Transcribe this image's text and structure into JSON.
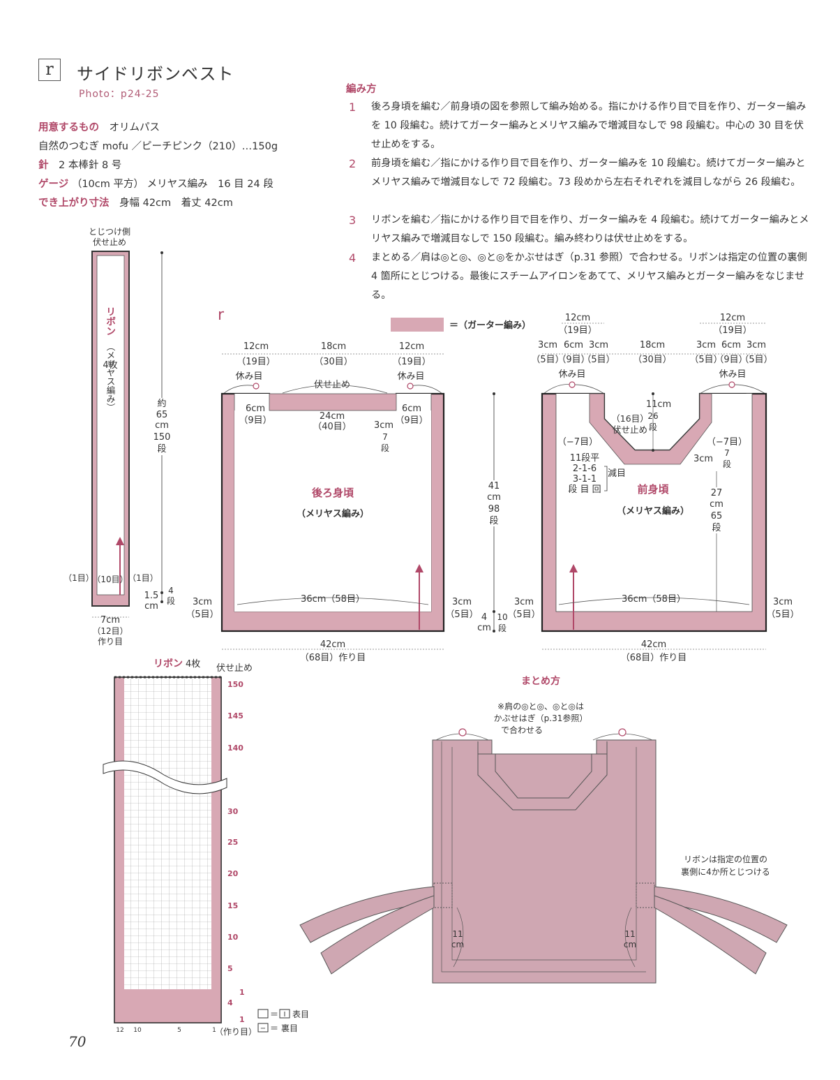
{
  "header": {
    "pattern_letter": "r",
    "title": "サイドリボンベスト",
    "photo_ref": "Photo：p24-25"
  },
  "materials": {
    "yarn_label": "用意するもの",
    "yarn_brand": "オリムパス",
    "yarn_detail": "自然のつむぎ mofu ／ピーチピンク（210）…150g",
    "needle_label": "針",
    "needle_value": "2 本棒針 8 号",
    "gauge_label": "ゲージ",
    "gauge_value": "（10cm 平方） メリヤス編み　16 目 24 段",
    "size_label": "でき上がり寸法",
    "size_value": "身幅 42cm　着丈 42cm"
  },
  "method": {
    "heading": "編み方",
    "steps": [
      {
        "num": "1",
        "text": "後ろ身頃を編む／前身頃の図を参照して編み始める。指にかける作り目で目を作り、ガーター編みを 10 段編む。続けてガーター編みとメリヤス編みで増減目なしで 98 段編む。中心の 30 目を伏せ止めをする。"
      },
      {
        "num": "2",
        "text": "前身頃を編む／指にかける作り目で目を作り、ガーター編みを 10 段編む。続けてガーター編みとメリヤス編みで増減目なしで 72 段編む。73 段めから左右それぞれを減目しながら 26 段編む。"
      },
      {
        "num": "3",
        "text": "リボンを編む／指にかける作り目で目を作り、ガーター編みを 4 段編む。続けてガーター編みとメリヤス編みで増減目なしで 150 段編む。編み終わりは伏せ止めをする。"
      },
      {
        "num": "4",
        "text": "まとめる／肩は◎と◎、◎と◎をかぶせはぎ（p.31 参照）で合わせる。リボンは指定の位置の裏側 4 箇所にとじつける。最後にスチームアイロンをあてて、メリヤス編みとガーター編みをなじませる。"
      }
    ]
  },
  "colors": {
    "accent": "#b04868",
    "garter": "#d8a8b4",
    "body_fill": "#cfa7b2",
    "grid": "#8a8a8a"
  },
  "diagram": {
    "letter": "r",
    "legend": "＝（ガーター編み）",
    "ribbon": {
      "top1": "とじつけ側",
      "top2": "伏せ止め",
      "name": "リボン",
      "count": "4枚",
      "stitch": "（メリヤス編み）",
      "len_approx": "約",
      "len_cm": "65",
      "len_cm_unit": "cm",
      "len_rows": "150",
      "len_rows_unit": "段",
      "edge_left": "（1目）",
      "edge_mid": "（10目）",
      "edge_right": "（1目）",
      "bottom_cm": "1.5",
      "bottom_cm_unit": "cm",
      "bottom_rows": "4",
      "bottom_rows_unit": "段",
      "width_cm": "7cm",
      "width_sts": "（12目）",
      "cast_on": "作り目"
    },
    "back": {
      "left_cm": "12cm",
      "left_sts": "（19目）",
      "mid_cm": "18cm",
      "mid_sts": "（30目）",
      "right_cm": "12cm",
      "right_sts": "（19目）",
      "holdL": "休み目",
      "holdR": "休み目",
      "bindoff": "伏せ止め",
      "edgeL_cm": "6cm",
      "edgeL_sts": "（9目）",
      "edgeR_cm": "6cm",
      "edgeR_sts": "（9目）",
      "inner_cm": "24cm",
      "inner_sts": "（40目）",
      "neck_cm": "3cm",
      "neck_rows": "7",
      "neck_rows_unit": "段",
      "name": "後ろ身頃",
      "stitch": "（メリヤス編み）",
      "bottom_inner": "36cm（58目）",
      "side_L_cm": "3cm",
      "side_L_sts": "（5目）",
      "side_R_cm": "3cm",
      "side_R_sts": "（5目）",
      "width_cm": "42cm",
      "width_sts": "（68目）作り目",
      "height_cm": "41",
      "height_cm_unit": "cm",
      "height_rows": "98",
      "height_rows_unit": "段",
      "garter_cm": "4",
      "garter_cm_unit": "cm",
      "garter_rows": "10",
      "garter_rows_unit": "段"
    },
    "front": {
      "top_cm": "12cm",
      "top_sts": "（19目）",
      "sub1": "3cm",
      "sub2": "6cm",
      "sub3": "3cm",
      "sub1s": "（5目）",
      "sub2s": "（9目）",
      "sub3s": "（5目）",
      "mid_cm": "18cm",
      "mid_sts": "（30目）",
      "holdL": "休み目",
      "holdR": "休み目",
      "neck_cm": "11cm",
      "neck_rows": "26",
      "neck_rows_unit": "段",
      "neck_bind_sts": "（16目）",
      "neck_bind": "伏せ止め",
      "dec_left": "（−7目）",
      "dec_right": "（−7目）",
      "dec_r1": "11段平",
      "dec_r2": "2-1-6",
      "dec_r3": "3-1-1",
      "dec_r4": "段 目 回",
      "dec_label": "減目",
      "edge_cm": "3cm",
      "edge_rows": "7",
      "edge_rows_unit": "段",
      "name": "前身頃",
      "stitch": "（メリヤス編み）",
      "body_cm": "27",
      "body_cm_unit": "cm",
      "body_rows": "65",
      "body_rows_unit": "段",
      "bottom_inner": "36cm（58目）",
      "side_L_cm": "3cm",
      "side_L_sts": "（5目）",
      "side_R_cm": "3cm",
      "side_R_sts": "（5目）",
      "width_cm": "42cm",
      "width_sts": "（68目）作り目"
    },
    "chart": {
      "title": "リボン",
      "count": "4枚",
      "bindoff": "伏せ止め",
      "rows": [
        "150",
        "145",
        "140",
        "30",
        "25",
        "20",
        "15",
        "10",
        "5",
        "1",
        "4",
        "1"
      ],
      "cast_on": "（作り目）",
      "cols": [
        "12",
        "10",
        "5",
        "1"
      ],
      "legend_knit": "＝",
      "legend_knit_sym": "I",
      "legend_knit_label": "表目",
      "legend_purl": "＝",
      "legend_purl_sym": "−",
      "legend_purl_label": "裏目"
    },
    "assembly": {
      "title": "まとめ方",
      "note1": "※肩の◎と◎、◎と◎は",
      "note2": "かぶせはぎ（p.31参照）",
      "note3": "で合わせる",
      "ribbon_note1": "リボンは指定の位置の",
      "ribbon_note2": "裏側に4か所とじつける",
      "len_l": "11",
      "len_l_unit": "cm",
      "len_r": "11",
      "len_r_unit": "cm"
    }
  },
  "page_number": "70"
}
